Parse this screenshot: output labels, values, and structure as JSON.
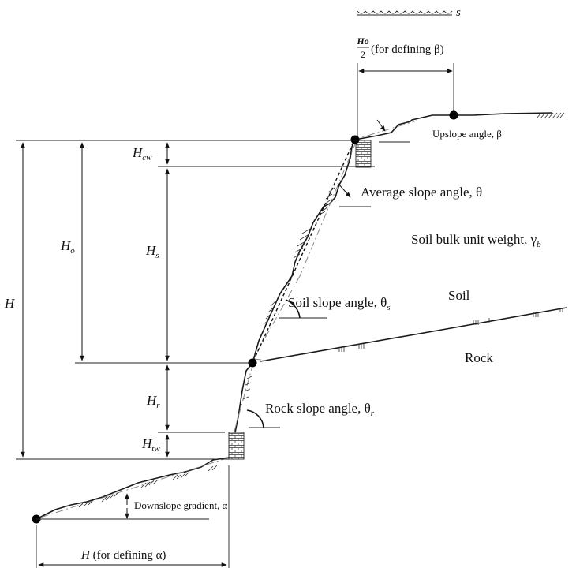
{
  "legend": {
    "symbol_label": "s"
  },
  "labels": {
    "ho_half_frac_top": "Ho",
    "ho_half_frac_bottom": "2",
    "ho_half_note": "(for defining β)",
    "upslope_angle": "Upslope angle, β",
    "average_slope_angle": "Average slope angle, θ",
    "soil_bulk_unit_weight": "Soil bulk unit weight, γ",
    "soil_bulk_unit_weight_sub": "b",
    "soil": "Soil",
    "rock": "Rock",
    "soil_slope_angle": "Soil slope angle, θ",
    "soil_slope_angle_sub": "s",
    "rock_slope_angle": "Rock slope angle, θ",
    "rock_slope_angle_sub": "r",
    "downslope_gradient": "Downslope gradient, α",
    "h_for_alpha_main": "H",
    "h_for_alpha_note": " (for defining α)"
  },
  "dimensions": {
    "H": "H",
    "Ho_main": "H",
    "Ho_sub": "o",
    "Hs_main": "H",
    "Hs_sub": "s",
    "Hr_main": "H",
    "Hr_sub": "r",
    "Hcw_main": "H",
    "Hcw_sub": "cw",
    "Htw_main": "H",
    "Htw_sub": "tw"
  }
}
